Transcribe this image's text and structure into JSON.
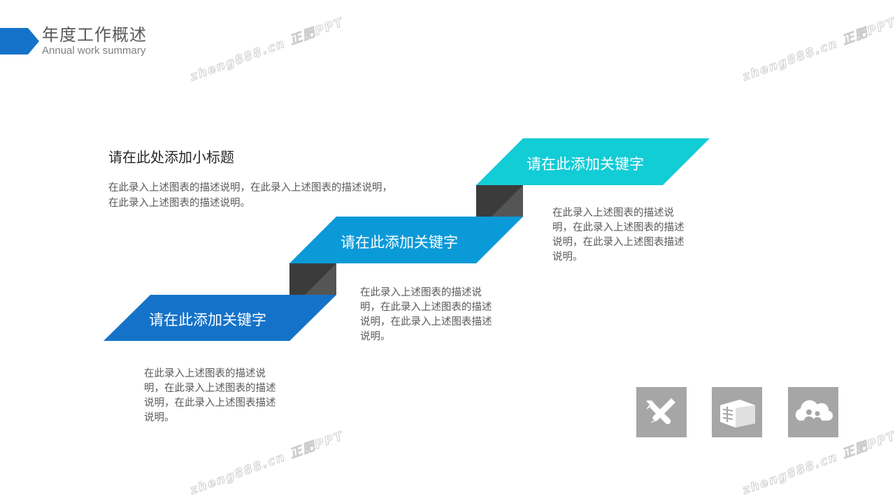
{
  "header": {
    "title": "年度工作概述",
    "subtitle": "Annual work summary"
  },
  "watermark": "zheng888.cn 正肥PPT",
  "section": {
    "heading": "请在此处添加小标题",
    "body": "在此录入上述图表的描述说明，在此录入上述图表的描述说明，在此录入上述图表的描述说明。"
  },
  "steps": [
    {
      "label": "请在此添加关键字",
      "description": "在此录入上述图表的描述说明，在此录入上述图表的描述说明，在此录入上述图表描述说明。",
      "color": "#1473c9"
    },
    {
      "label": "请在此添加关键字",
      "description": "在此录入上述图表的描述说明，在此录入上述图表的描述说明，在此录入上述图表描述说明。",
      "color": "#0b9ad8"
    },
    {
      "label": "请在此添加关键字",
      "description": "在此录入上述图表的描述说明，在此录入上述图表的描述说明，在此录入上述图表描述说明。",
      "color": "#12ccd6"
    }
  ],
  "riser_color": "#4d4d4d",
  "icons": [
    {
      "name": "tools-icon"
    },
    {
      "name": "building-icon"
    },
    {
      "name": "cloud-people-icon"
    }
  ],
  "colors": {
    "accent": "#1473c9",
    "tile": "#a6a6a6"
  }
}
